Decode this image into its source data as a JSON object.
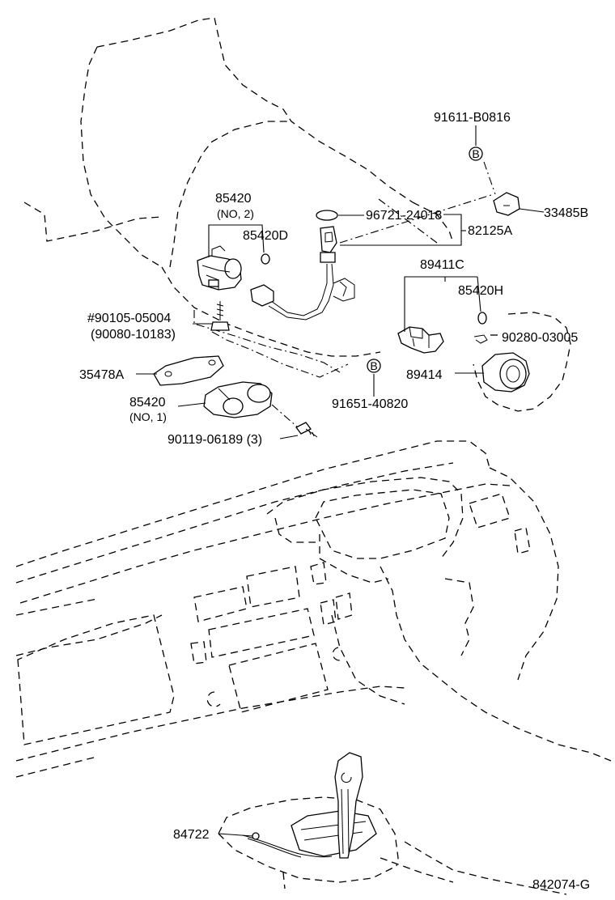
{
  "labels": {
    "p91611": "91611-B0816",
    "p33485": "33485B",
    "p85420_no2": "85420",
    "no2": "(NO, 2)",
    "p85420D": "85420D",
    "p96721": "96721-24018",
    "p82125": "82125A",
    "p89411": "89411C",
    "p85420H": "85420H",
    "p90105": "#90105-05004",
    "p90080": "(90080-10183)",
    "p90280": "90280-03005",
    "p35478": "35478A",
    "p89414": "89414",
    "p85420_no1": "85420",
    "no1": "(NO, 1)",
    "p91651": "91651-40820",
    "p90119": "90119-06189 (3)",
    "p84722": "84722",
    "diagram_id": "842074-G"
  },
  "markers": {
    "b_top": "B",
    "b_mid": "B"
  }
}
